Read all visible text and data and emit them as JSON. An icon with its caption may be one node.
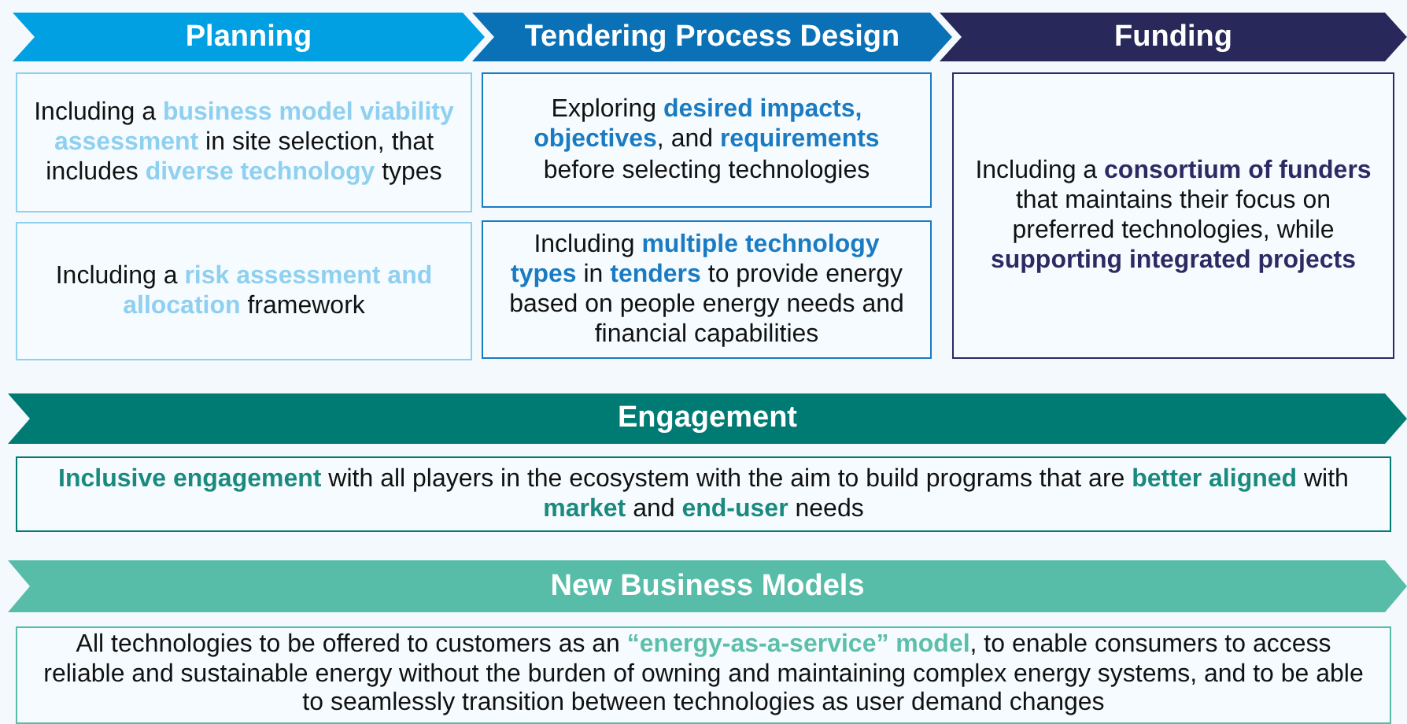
{
  "diagram": {
    "nodes": [
      {
        "text": [
          "Planning"
        ]
      },
      {
        "text": [
          "Tendering Process Design"
        ]
      },
      {
        "text": [
          "Funding"
        ]
      },
      {
        "text": [
          "Including a **business model viability assessment** in site selection, that includes **diverse technology** types"
        ]
      },
      {
        "text": [
          "Including a **risk assessment and allocation** framework"
        ]
      },
      {
        "text": [
          "Exploring **desired impacts, objectives**, and **requirements** before selecting technologies"
        ]
      },
      {
        "text": [
          "Including **multiple technology types** in **tenders** to provide energy based on people energy needs and financial capabilities"
        ]
      },
      {
        "text": [
          "Including a **consortium of funders** that maintains their focus on preferred technologies, while **supporting integrated projects**"
        ]
      },
      {
        "text": [
          "Engagement"
        ]
      },
      {
        "text": [
          "**Inclusive engagement** with all players in the ecosystem with the aim to build programs that are **better aligned** with **market** and **end-user** needs"
        ]
      },
      {
        "text": [
          "New Business Models"
        ]
      },
      {
        "text": [
          "All technologies to be offered to customers as an **“energy-as-a-service” model**, to enable consumers to access reliable and sustainable energy without the burden of owning and maintaining complex energy systems, and to be able to seamlessly transition between technologies as user demand changes"
        ]
      }
    ]
  }
}
